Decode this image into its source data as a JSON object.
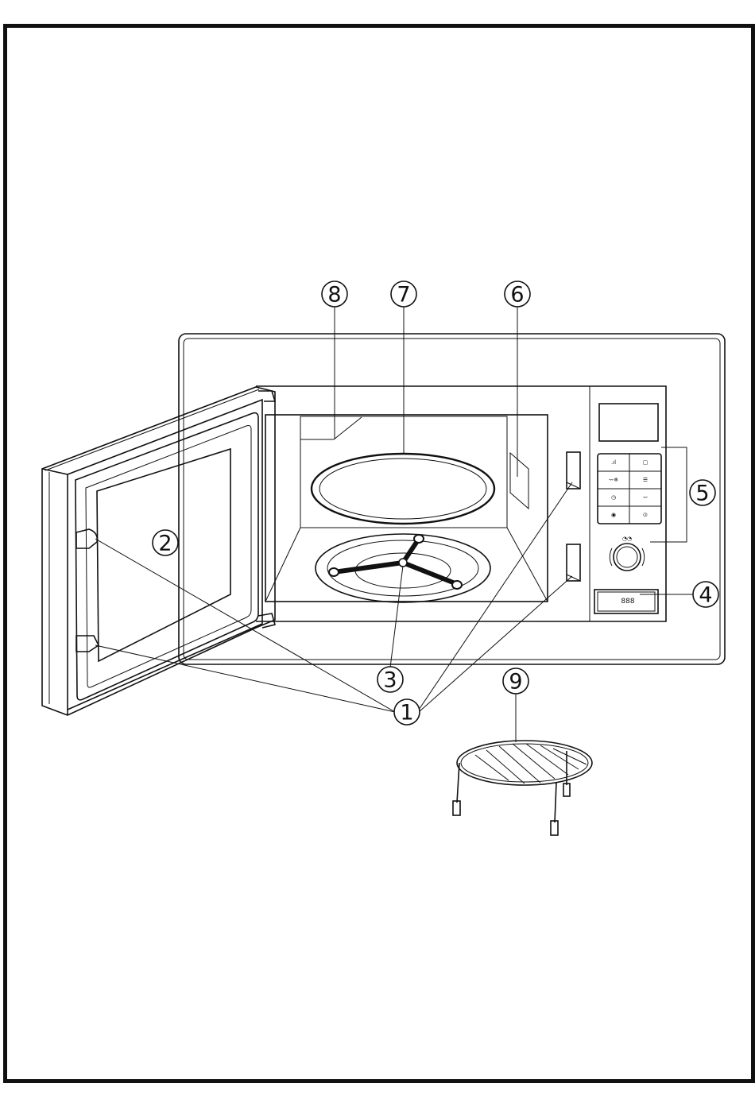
{
  "callouts": [
    {
      "label": "1"
    },
    {
      "label": "2"
    },
    {
      "label": "3"
    },
    {
      "label": "4"
    },
    {
      "label": "5"
    },
    {
      "label": "6"
    },
    {
      "label": "7"
    },
    {
      "label": "8"
    },
    {
      "label": "9"
    }
  ],
  "control_panel": {
    "buttons": [
      {
        "icon": "power-level-icon"
      },
      {
        "icon": "oven-icon"
      },
      {
        "icon": "grill-defrost-icon"
      },
      {
        "icon": "menu-icon"
      },
      {
        "icon": "clock-icon"
      },
      {
        "icon": "grill-icon"
      },
      {
        "icon": "start-icon"
      },
      {
        "icon": "stop-icon"
      }
    ],
    "knob": {
      "icon": "rotary-knob-icon"
    },
    "door_release": {
      "icon": "door-release-icon"
    }
  }
}
